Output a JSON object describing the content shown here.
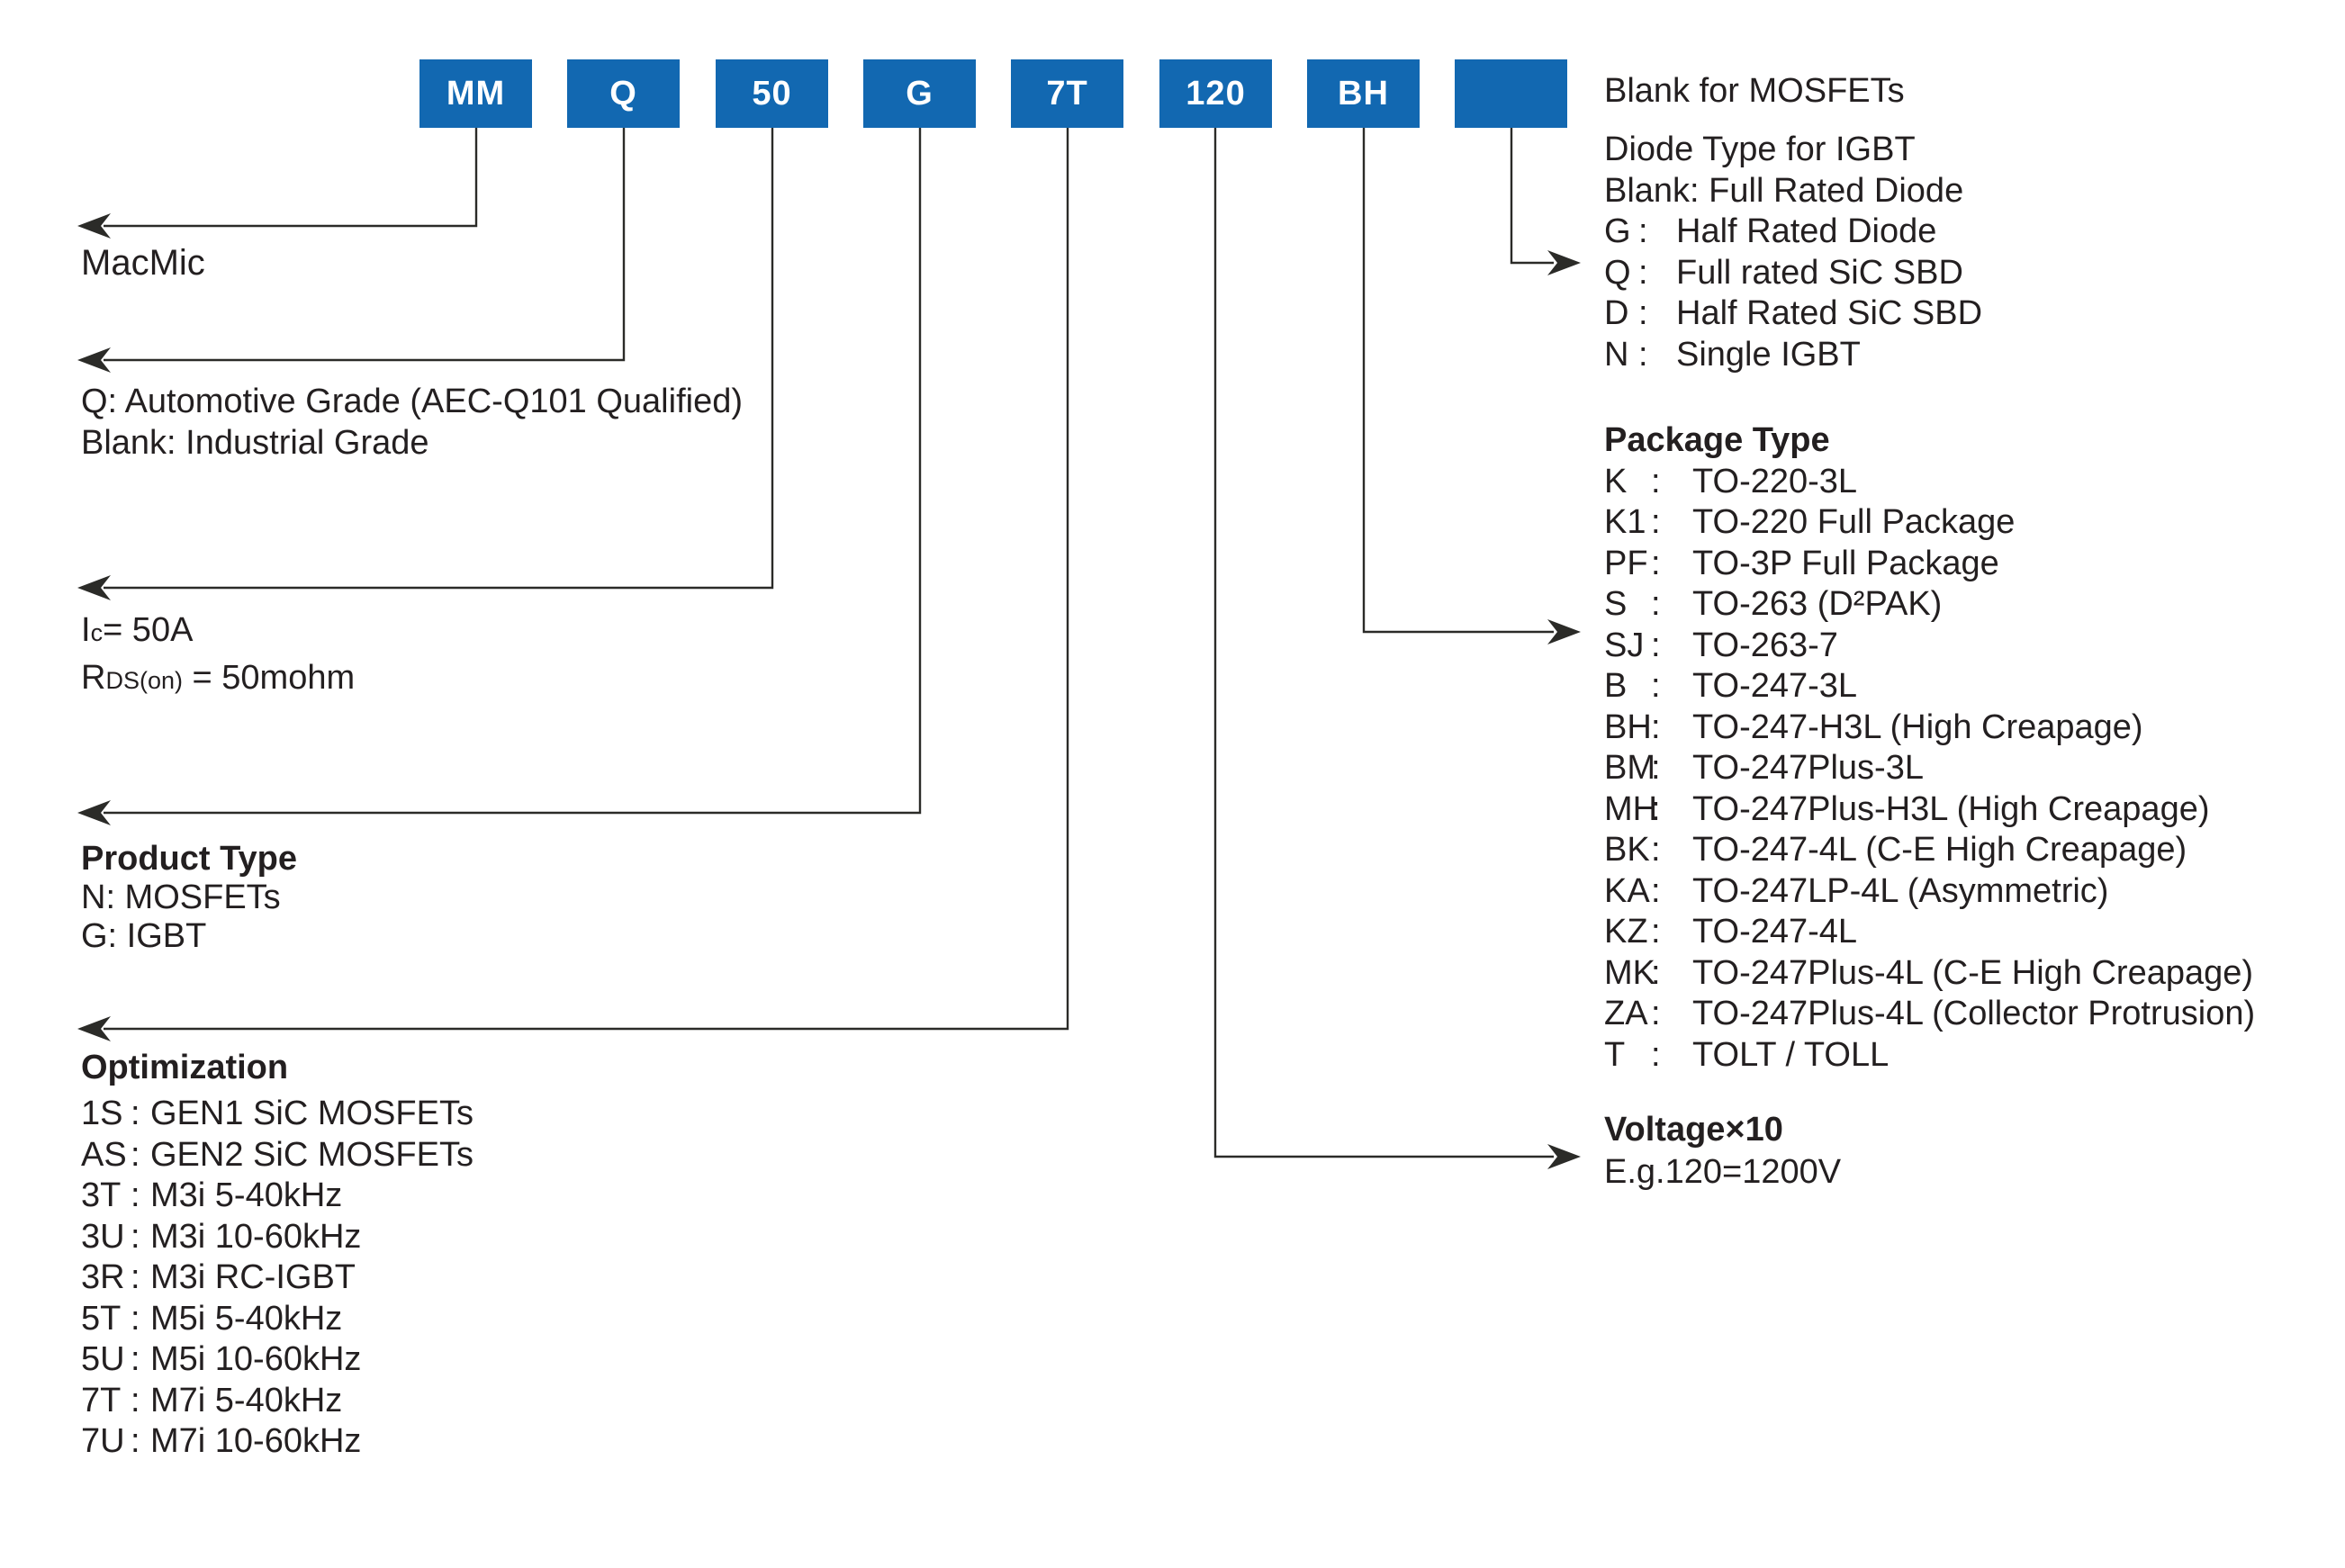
{
  "part_code": {
    "segments": [
      "MM",
      "Q",
      "50",
      "G",
      "7T",
      "120",
      "BH",
      ""
    ]
  },
  "colors": {
    "box_blue": "#1268b1",
    "line_color": "#2b2b28",
    "text_color": "#231f20"
  },
  "colon": ":",
  "left_column": {
    "manufacturer": "MacMic",
    "grade": {
      "lines": [
        "Q: Automotive Grade (AEC-Q101 Qualified)",
        "Blank: Industrial Grade"
      ]
    },
    "rating": {
      "current": {
        "base": "I",
        "sub": "c",
        "rest": "= 50A"
      },
      "resistance": {
        "base": "R",
        "sub": "DS(on)",
        "rest": " = 50mohm"
      }
    },
    "product_type": {
      "heading": "Product Type",
      "lines": [
        "N: MOSFETs",
        "G: IGBT"
      ]
    },
    "optimization": {
      "heading": "Optimization",
      "items": [
        {
          "key": "1S",
          "value": "GEN1 SiC MOSFETs"
        },
        {
          "key": "AS",
          "value": "GEN2 SiC MOSFETs"
        },
        {
          "key": "3T",
          "value": "M3i 5-40kHz"
        },
        {
          "key": "3U",
          "value": "M3i 10-60kHz"
        },
        {
          "key": "3R",
          "value": "M3i RC-IGBT"
        },
        {
          "key": "5T",
          "value": "M5i 5-40kHz"
        },
        {
          "key": "5U",
          "value": "M5i 10-60kHz"
        },
        {
          "key": "7T",
          "value": "M7i 5-40kHz"
        },
        {
          "key": "7U",
          "value": "M7i 10-60kHz"
        }
      ]
    }
  },
  "right_column": {
    "mosfet_note": "Blank for MOSFETs",
    "diode": {
      "heading": "Diode Type for IGBT",
      "blank_line": "Blank: Full Rated Diode",
      "items": [
        {
          "key": "G",
          "value": "Half Rated Diode"
        },
        {
          "key": "Q",
          "value": "Full rated SiC SBD"
        },
        {
          "key": "D",
          "value": "Half Rated SiC SBD"
        },
        {
          "key": "N",
          "value": "Single IGBT"
        }
      ]
    },
    "package": {
      "heading": "Package Type",
      "items": [
        {
          "key": "K",
          "value": "TO-220-3L"
        },
        {
          "key": "K1",
          "value": "TO-220 Full Package"
        },
        {
          "key": "PF",
          "value": "TO-3P Full Package"
        },
        {
          "key": "S",
          "value": "TO-263 (D²PAK)"
        },
        {
          "key": "SJ",
          "value": "TO-263-7"
        },
        {
          "key": "B",
          "value": "TO-247-3L"
        },
        {
          "key": "BH",
          "value": "TO-247-H3L (High Creapage)"
        },
        {
          "key": "BM",
          "value": "TO-247Plus-3L"
        },
        {
          "key": "MH",
          "value": "TO-247Plus-H3L (High Creapage)"
        },
        {
          "key": "BK",
          "value": "TO-247-4L (C-E High Creapage)"
        },
        {
          "key": "KA",
          "value": "TO-247LP-4L (Asymmetric)"
        },
        {
          "key": "KZ",
          "value": "TO-247-4L"
        },
        {
          "key": "MK",
          "value": "TO-247Plus-4L (C-E High Creapage)"
        },
        {
          "key": "ZA",
          "value": "TO-247Plus-4L (Collector Protrusion)"
        },
        {
          "key": "T",
          "value": "TOLT / TOLL"
        }
      ]
    },
    "voltage": {
      "heading": "Voltage×10",
      "example": "E.g.120=1200V"
    }
  }
}
